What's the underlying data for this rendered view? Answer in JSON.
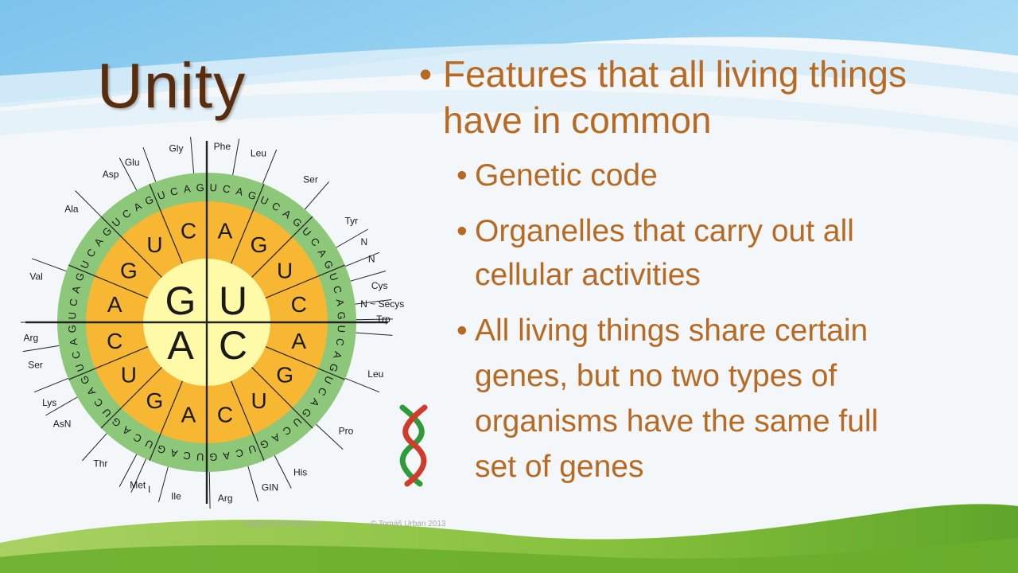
{
  "slide": {
    "title": "Unity",
    "bullets": [
      {
        "lines": [
          "Features that all living things",
          "have in common"
        ]
      },
      {
        "lines": [
          "Genetic code"
        ]
      },
      {
        "lines": [
          "Organelles that carry out all",
          "cellular activities"
        ]
      },
      {
        "lines": [
          "All living things share certain",
          "genes, but no two types of",
          "organisms have the same full",
          "set of genes"
        ]
      }
    ],
    "bullet_glyph": "•",
    "credits": {
      "left": "umfgz.af.mendelu.cz",
      "right": "© Tomáš Urban 2013"
    }
  },
  "codon_wheel": {
    "inner": [
      "G",
      "U",
      "A",
      "C"
    ],
    "middle": [
      "A",
      "G",
      "U",
      "C",
      "A",
      "G",
      "U",
      "C",
      "A",
      "G",
      "U",
      "C",
      "A",
      "G",
      "U",
      "C"
    ],
    "outer": "UCAGUCAGUCAGUCAGUCAGUCAGUCAGUCAGUCAGUCAGUCAGUCAGUCAGUCAGUCAGUCAG",
    "amino_acids": [
      {
        "label": "Phe",
        "angle": 5
      },
      {
        "label": "Leu",
        "angle": 17
      },
      {
        "label": "Ser",
        "angle": 36
      },
      {
        "label": "Tyr",
        "angle": 55
      },
      {
        "label": "N",
        "angle": 63
      },
      {
        "label": "N",
        "angle": 69
      },
      {
        "label": "Cys",
        "angle": 78
      },
      {
        "label": "N ~ Secys",
        "angle": 84
      },
      {
        "label": "Trp",
        "angle": 89
      },
      {
        "label": "Leu",
        "angle": 107
      },
      {
        "label": "Pro",
        "angle": 128
      },
      {
        "label": "His",
        "angle": 148
      },
      {
        "label": "GIN",
        "angle": 159
      },
      {
        "label": "Arg",
        "angle": 174
      },
      {
        "label": "Ile",
        "angle": 190
      },
      {
        "label": "I",
        "angle": 199
      },
      {
        "label": "Met",
        "angle": 203
      },
      {
        "label": "Thr",
        "angle": 217
      },
      {
        "label": "AsN",
        "angle": 235
      },
      {
        "label": "Lys",
        "angle": 243
      },
      {
        "label": "Ser",
        "angle": 256
      },
      {
        "label": "Arg",
        "angle": 265
      },
      {
        "label": "Val",
        "angle": 285
      },
      {
        "label": "Ala",
        "angle": 310
      },
      {
        "label": "Asp",
        "angle": 327
      },
      {
        "label": "Glu",
        "angle": 335
      },
      {
        "label": "Gly",
        "angle": 350
      }
    ],
    "colors": {
      "core": "#fffaa8",
      "middle": "#f7b733",
      "outer": "#8cc77a",
      "base_text": "#1a1a1a",
      "line": "#222222"
    }
  },
  "theme": {
    "title_color": "#5a2c0e",
    "text_color": "#b86a22",
    "sky_blue": "#7fc4ec",
    "grass_green": "#7dbb35"
  }
}
